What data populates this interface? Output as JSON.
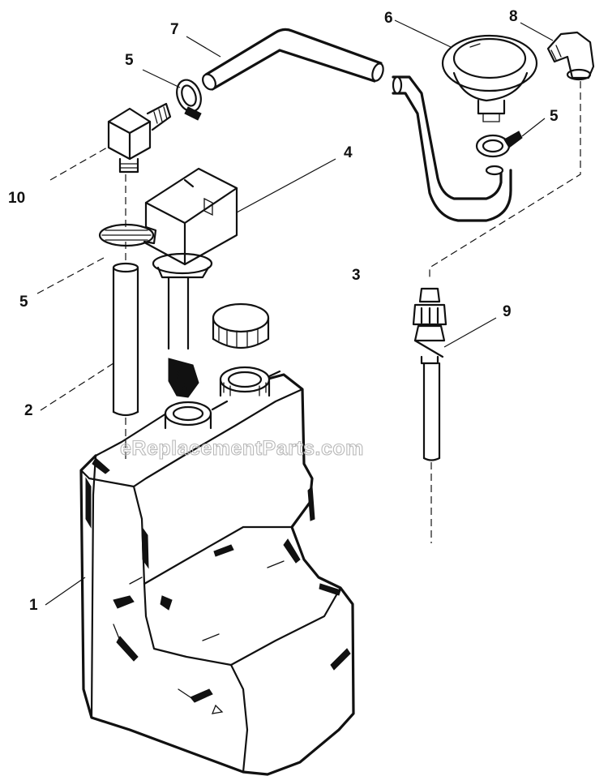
{
  "diagram": {
    "callouts": {
      "tank": "1",
      "tube_left": "2",
      "center": "3",
      "sender": "4",
      "clamp_top": "5",
      "clamp_right": "5",
      "clamp_left": "5",
      "valve": "6",
      "hose": "7",
      "elbow": "8",
      "fitting": "9",
      "elbow_left": "10"
    },
    "watermark": "eReplacementParts.com"
  }
}
